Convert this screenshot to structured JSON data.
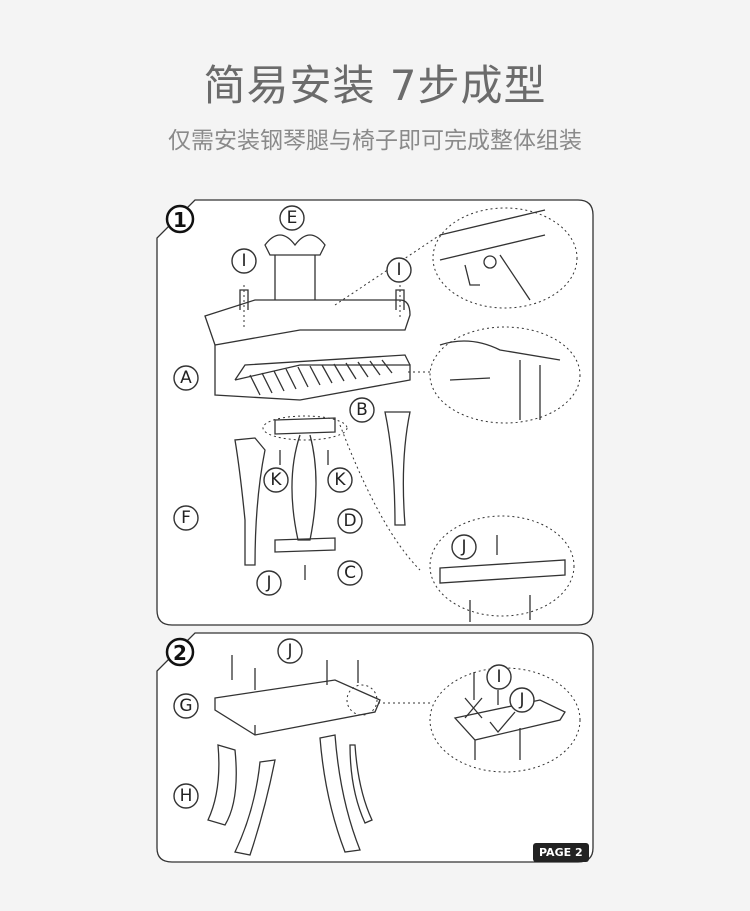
{
  "header": {
    "title": "简易安装 7步成型",
    "subtitle": "仅需安装钢琴腿与椅子即可完成整体组装"
  },
  "step1": {
    "number": "1",
    "labels": {
      "E": "E",
      "I1": "I",
      "I2": "I",
      "A": "A",
      "B": "B",
      "K1": "K",
      "K2": "K",
      "F": "F",
      "D": "D",
      "C": "C",
      "J1": "J",
      "J2": "J"
    }
  },
  "step2": {
    "number": "2",
    "labels": {
      "J": "J",
      "G": "G",
      "H": "H",
      "I": "I",
      "J2": "J"
    }
  },
  "footer": {
    "page_label": "PAGE 2"
  }
}
